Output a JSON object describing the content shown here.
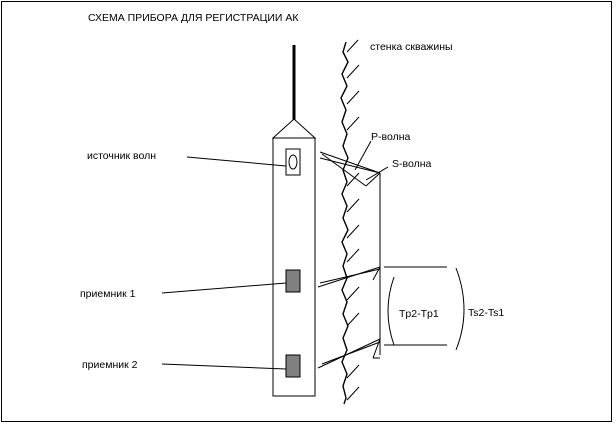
{
  "diagram": {
    "title": "СХЕМА ПРИБОРА ДЛЯ РЕГИСТРАЦИИ АК",
    "labels": {
      "wall": "стенка скважины",
      "p_wave": "Р-волна",
      "s_wave": "S-волна",
      "source": "источник волн",
      "receiver1": "приемник 1",
      "receiver2": "приемник 2",
      "tp": "Tp2-Tp1",
      "ts": "Ts2-Ts1"
    }
  },
  "colors": {
    "line": "#000000",
    "receiver_fill": "#808080",
    "background": "#ffffff"
  }
}
